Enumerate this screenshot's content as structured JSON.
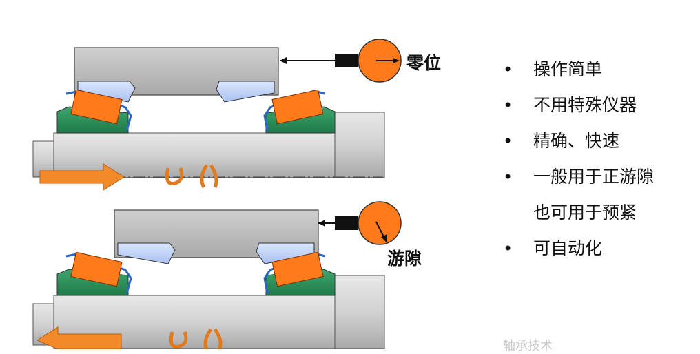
{
  "diagram": {
    "top_label": "零位",
    "bottom_label": "游隙"
  },
  "bullets": [
    {
      "bullet": "•",
      "text": "操作简单"
    },
    {
      "bullet": "•",
      "text": "不用特殊仪器"
    },
    {
      "bullet": "•",
      "text": "精确、快速"
    },
    {
      "bullet": "•",
      "text": "一般用于正游隙"
    },
    {
      "bullet": "",
      "text": "也可用于预紧"
    },
    {
      "bullet": "•",
      "text": "可自动化"
    }
  ],
  "watermark": "轴承技术"
}
